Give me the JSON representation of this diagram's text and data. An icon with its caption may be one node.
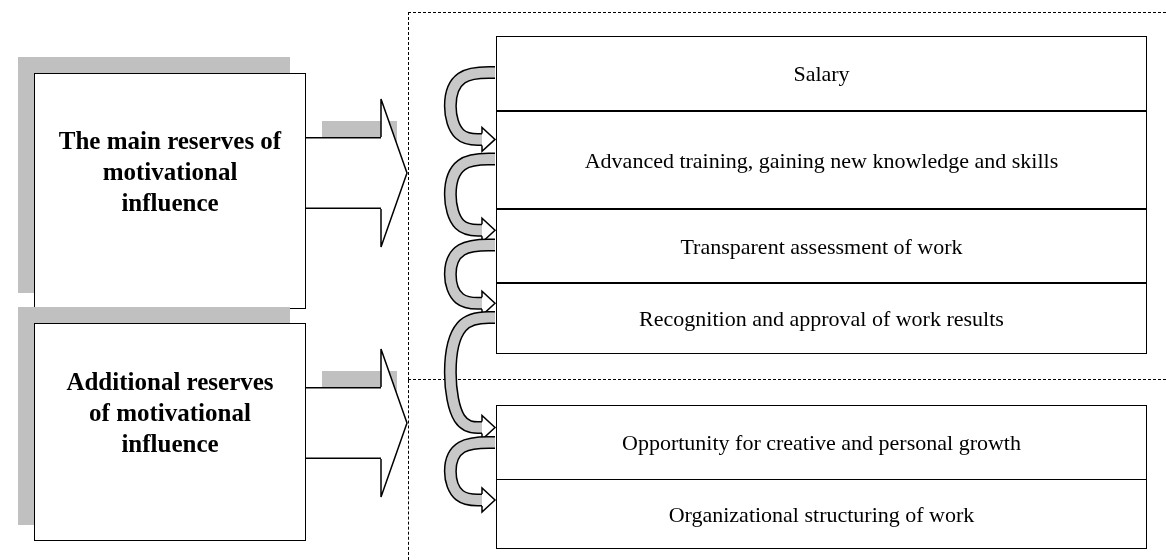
{
  "diagram": {
    "nodes": [
      {
        "text": [
          "The main reserves of motivational influence"
        ]
      },
      {
        "text": [
          "Additional reserves of motivational influence"
        ]
      },
      {
        "text": [],
        "shape": "box"
      },
      {
        "text": [
          "Salary"
        ],
        "in": 2
      },
      {
        "text": [
          "Advanced training, gaining new knowledge and skills"
        ],
        "in": 2
      },
      {
        "text": [
          "Transparent assessment of work"
        ],
        "in": 2
      },
      {
        "text": [
          "Recognition and approval of work results"
        ],
        "in": 2
      },
      {
        "text": [],
        "shape": "box"
      },
      {
        "text": [
          "Opportunity for creative and personal growth"
        ],
        "in": 7
      },
      {
        "text": [
          "Organizational structuring of work"
        ],
        "in": 7
      }
    ],
    "edges": [
      {
        "from": 0,
        "to": 2,
        "arrow": "to",
        "style": "thick"
      },
      {
        "from": 1,
        "to": 7,
        "arrow": "to",
        "style": "thick"
      },
      {
        "from": 3,
        "to": 4,
        "arrow": "to"
      },
      {
        "from": 4,
        "to": 5,
        "arrow": "to"
      },
      {
        "from": 5,
        "to": 6,
        "arrow": "to"
      },
      {
        "from": 6,
        "to": 8,
        "arrow": "to"
      },
      {
        "from": 8,
        "to": 9,
        "arrow": "to"
      }
    ]
  }
}
